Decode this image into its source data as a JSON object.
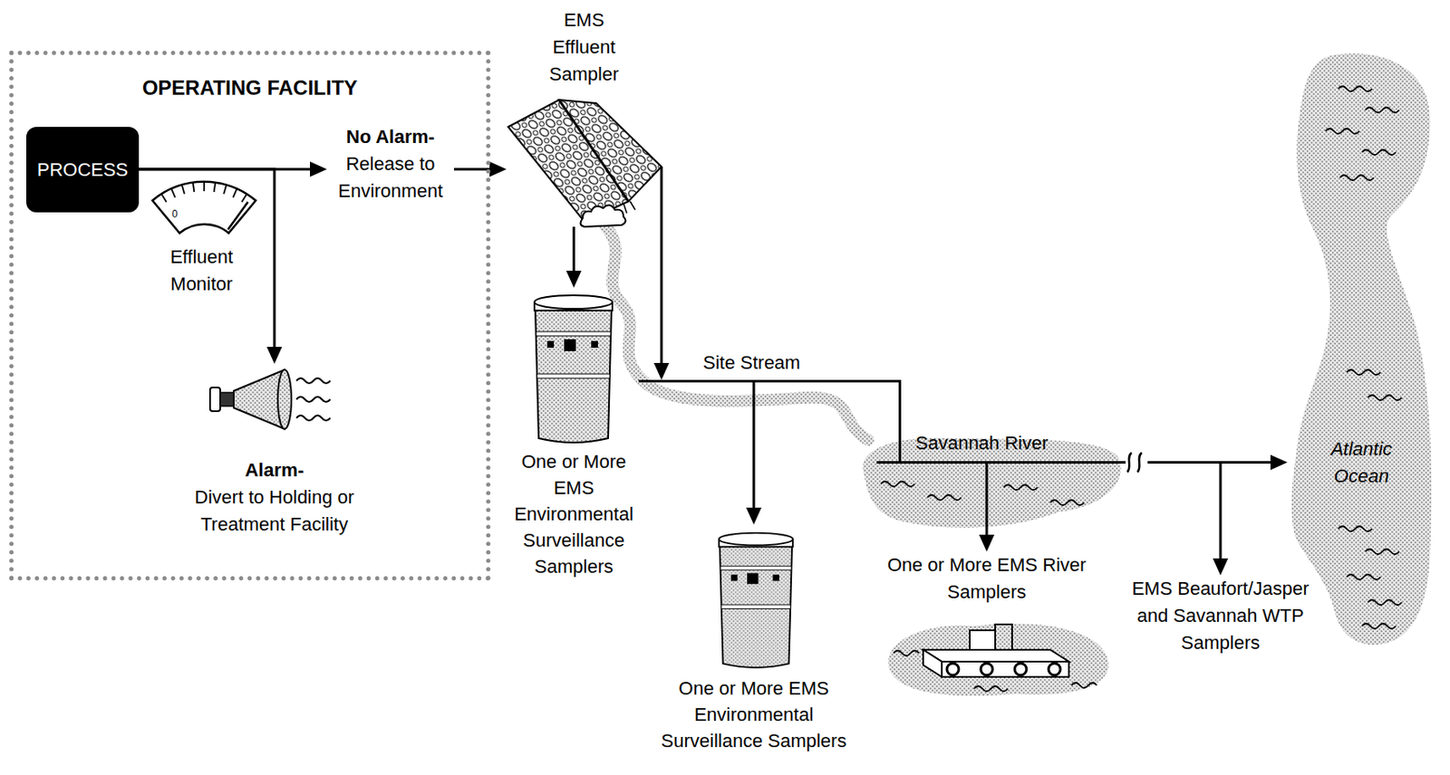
{
  "diagram": {
    "nodes": [
      {
        "text": [
          "OPERATING FACILITY"
        ]
      },
      {
        "text": [
          "PROCESS"
        ],
        "in": 0
      },
      {
        "text": [
          "No Alarm-",
          "Release to Environment"
        ],
        "in": 0
      },
      {
        "text": [
          "Alarm-",
          "Divert to Holding or Treatment Facility"
        ],
        "in": 0
      },
      {
        "text": [
          "EMS Effluent Sampler"
        ]
      },
      {
        "text": [
          "One or More EMS Environmental Surveillance Samplers"
        ]
      },
      {
        "text": [
          "Site Stream"
        ]
      },
      {
        "text": [
          "One or More EMS Environmental Surveillance Samplers"
        ]
      },
      {
        "text": [
          "Savannah River"
        ]
      },
      {
        "text": [
          "One or More EMS River Samplers"
        ]
      },
      {
        "text": [
          "EMS Beaufort/Jasper and Savannah WTP Samplers"
        ]
      },
      {
        "text": [
          "Atlantic Ocean"
        ]
      }
    ],
    "edges": [
      {
        "from": 1,
        "to": 2,
        "arrow": "to"
      },
      {
        "from": 1,
        "to": 3,
        "arrow": "to"
      },
      {
        "from": 2,
        "to": 4,
        "arrow": "to"
      },
      {
        "from": 4,
        "to": 5,
        "arrow": "to"
      },
      {
        "from": 4,
        "to": 6,
        "arrow": "to"
      },
      {
        "from": 6,
        "to": 7,
        "arrow": "to"
      },
      {
        "from": 6,
        "to": 8,
        "arrow": "none"
      },
      {
        "from": 8,
        "to": 9,
        "arrow": "to"
      },
      {
        "from": 8,
        "to": 10,
        "arrow": "to"
      },
      {
        "from": 8,
        "to": 11,
        "arrow": "to"
      }
    ],
    "labels": [
      "0",
      "Effluent Monitor"
    ]
  }
}
